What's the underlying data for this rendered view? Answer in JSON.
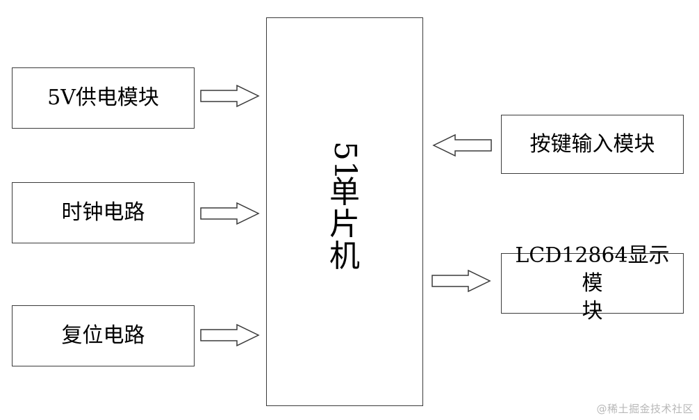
{
  "diagram": {
    "center": {
      "label_number": "51",
      "label_chars": [
        "单",
        "片",
        "机"
      ]
    },
    "inputs": [
      {
        "label": "5V供电模块"
      },
      {
        "label": "时钟电路"
      },
      {
        "label": "复位电路"
      },
      {
        "label": "按键输入模块"
      }
    ],
    "outputs": [
      {
        "label_line1": "LCD12864显示模",
        "label_line2": "块"
      }
    ],
    "colors": {
      "stroke": "#3a3a3a",
      "fill": "#ffffff",
      "text": "#000000",
      "watermark": "#b8b8b8"
    }
  },
  "watermark": {
    "text": "@稀土掘金技术社区"
  }
}
